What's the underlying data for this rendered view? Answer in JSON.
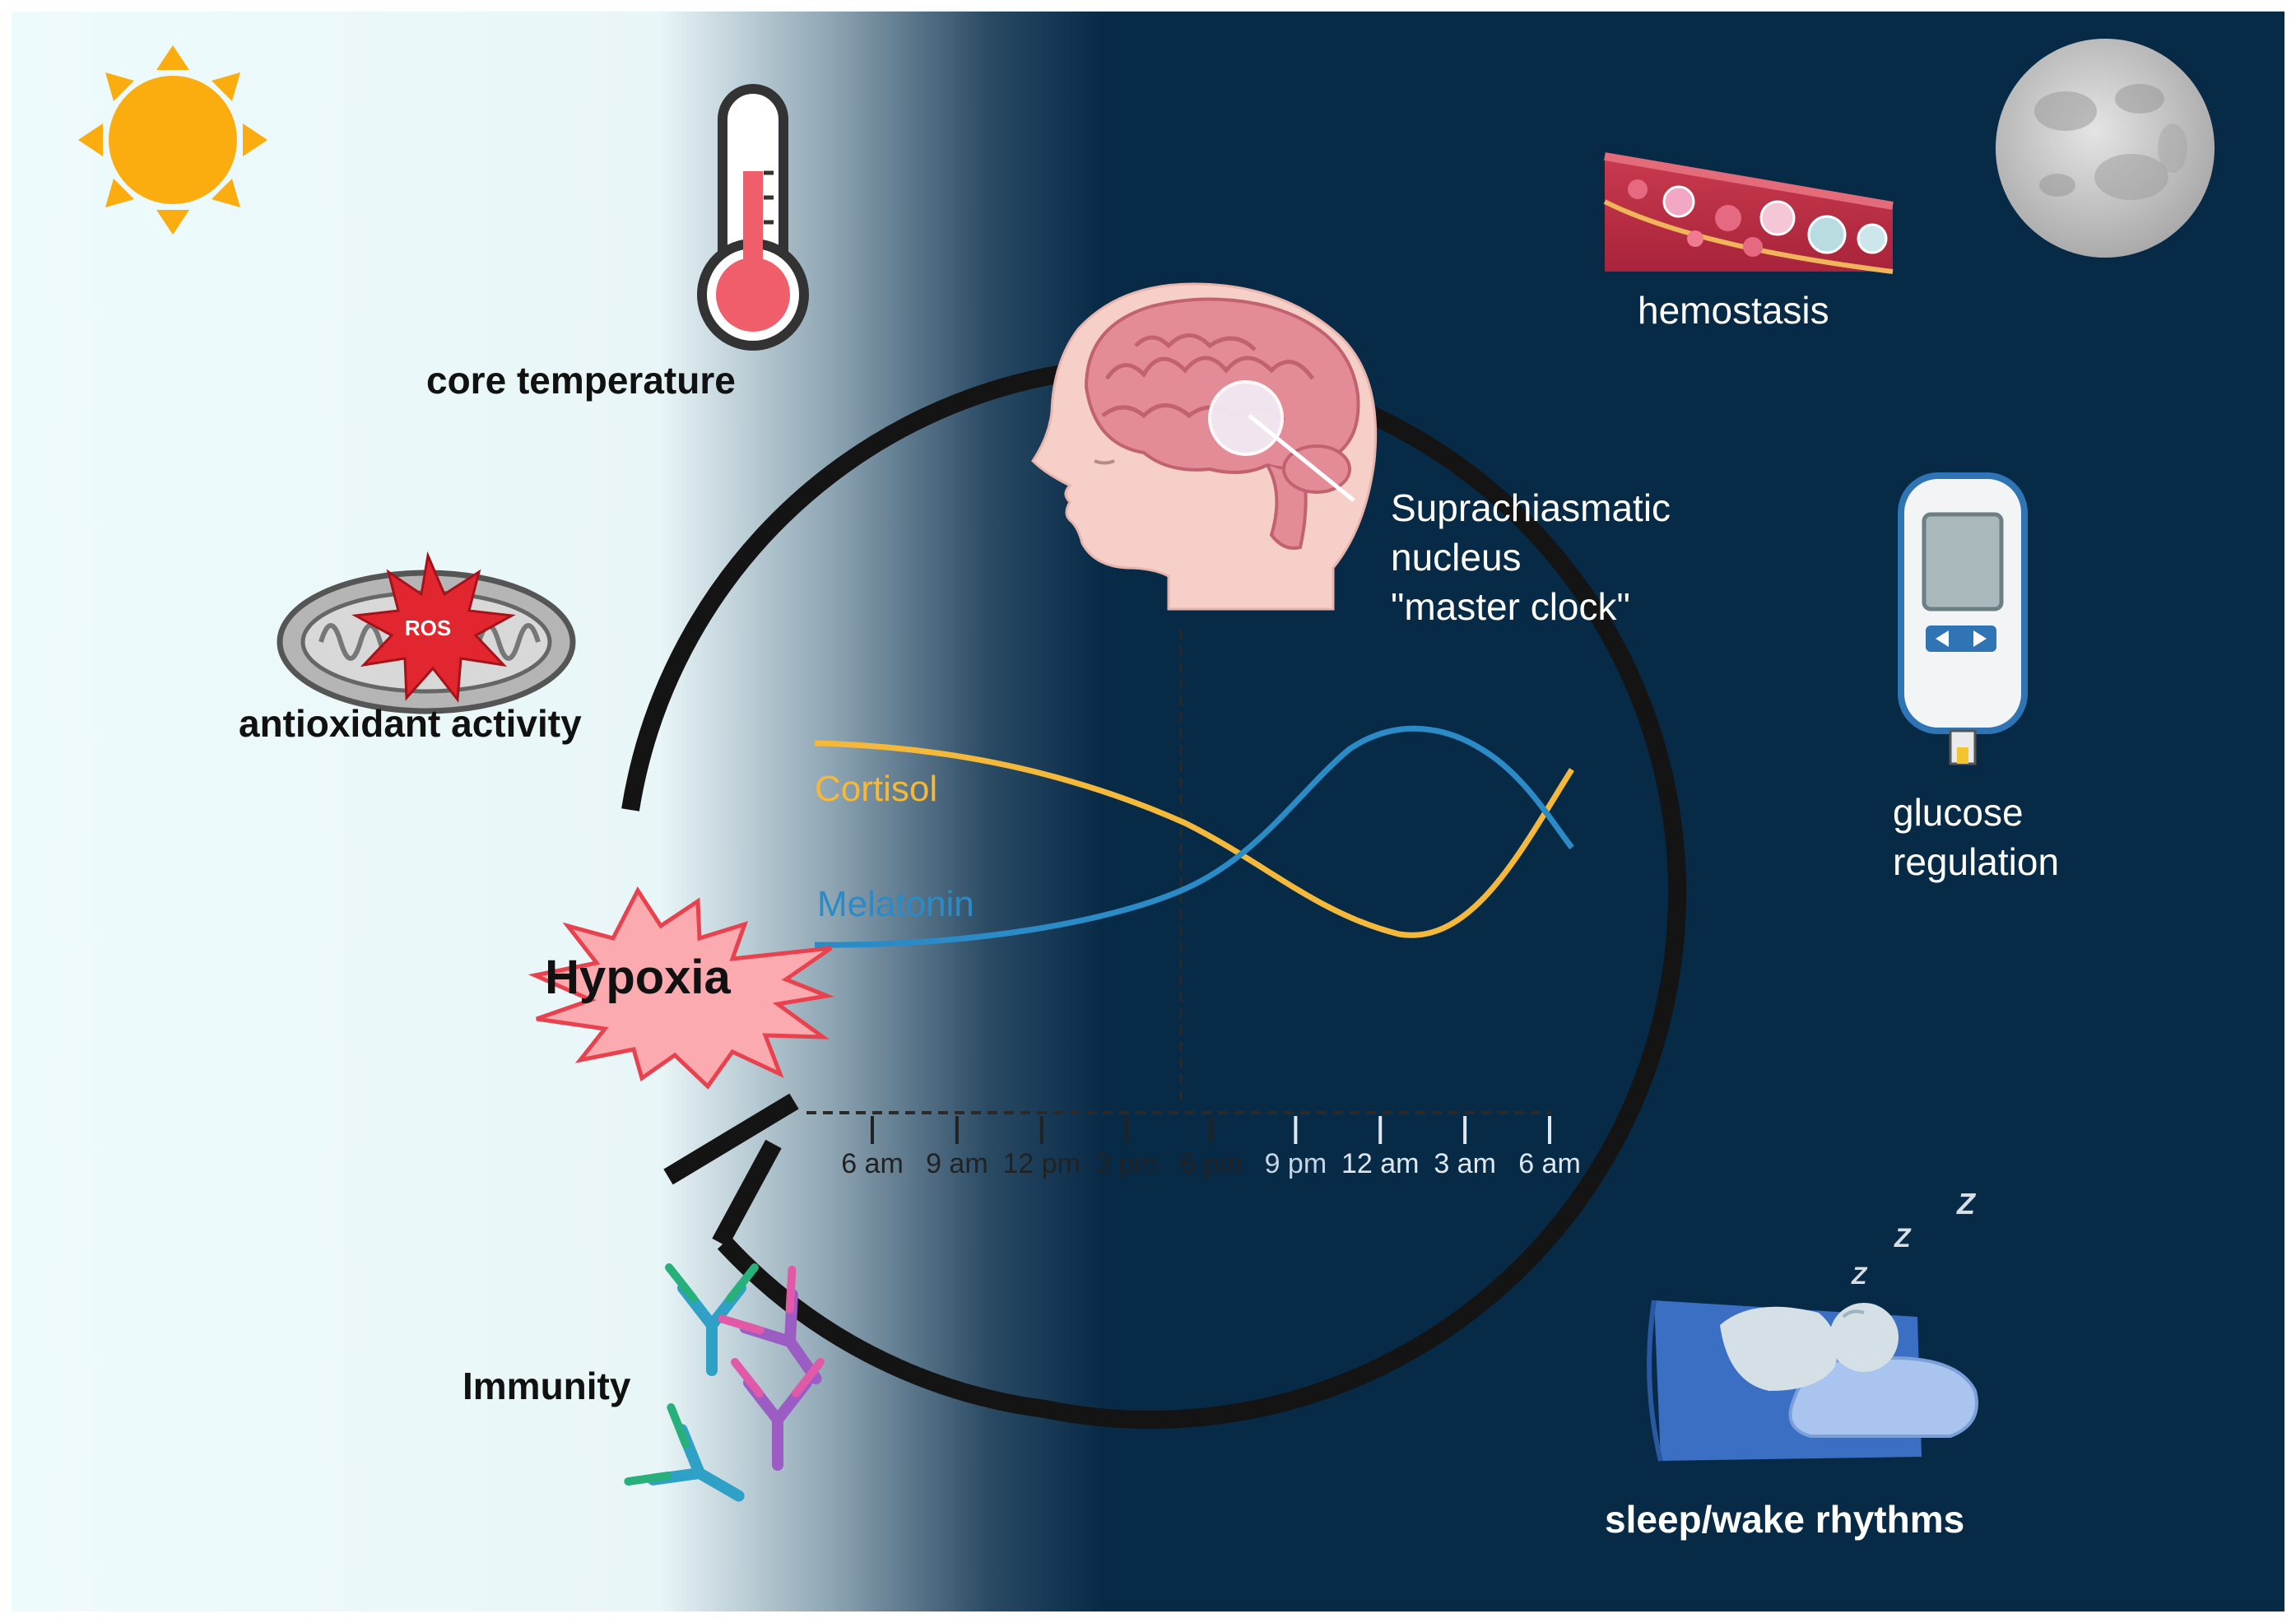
{
  "labels": {
    "core_temperature": "core temperature",
    "antioxidant_activity": "antioxidant activity",
    "ros": "ROS",
    "hypoxia": "Hypoxia",
    "immunity": "Immunity",
    "hemostasis": "hemostasis",
    "scn_line1": "Suprachiasmatic",
    "scn_line2": "nucleus",
    "scn_line3": "\"master clock\"",
    "glucose_line1": "glucose",
    "glucose_line2": "regulation",
    "sleep_wake": "sleep/wake rhythms",
    "cortisol": "Cortisol",
    "melatonin": "Melatonin",
    "z": "Z"
  },
  "time_axis": [
    "6 am",
    "9 am",
    "12 pm",
    "3 pm",
    "6 pm",
    "9 pm",
    "12 am",
    "3 am",
    "6 am"
  ],
  "colors": {
    "day_background": "#eefbfc",
    "night_background": "#072a47",
    "cortisol": "#f4b93a",
    "melatonin": "#2a8bc6",
    "hypoxia_fill": "#fbaab0",
    "hypoxia_stroke": "#e8424f",
    "sun": "#fbac0e",
    "ring": "#141414"
  },
  "icons": [
    "sun-icon",
    "moon-icon",
    "thermometer-icon",
    "mitochondria-icon",
    "brain-icon",
    "blood-vessel-icon",
    "glucose-meter-icon",
    "sleeping-person-icon",
    "antibody-icon"
  ]
}
